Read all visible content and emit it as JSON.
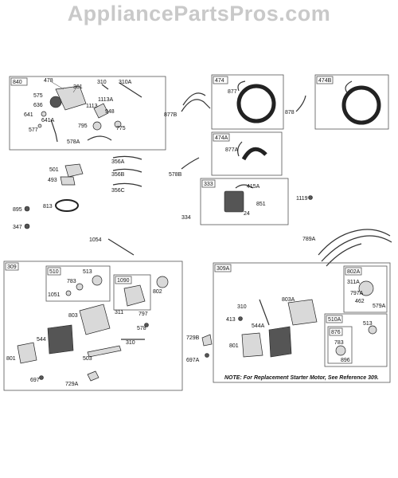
{
  "watermark": "AppliancePartsPros.com",
  "groups": {
    "g840": "840",
    "g474": "474",
    "g474B": "474B",
    "g474A": "474A",
    "g333": "333",
    "g309": "309",
    "g510": "510",
    "g1090": "1090",
    "g309A": "309A",
    "g802A": "802A",
    "g510A": "510A",
    "g876": "876"
  },
  "parts": {
    "p478": "478",
    "p361": "361",
    "p310a": "310",
    "p310A": "310A",
    "p575": "575",
    "p636": "636",
    "p1113": "1113",
    "p1113A": "1113A",
    "p948": "948",
    "p641": "641",
    "p641A": "641A",
    "p795": "795",
    "p775": "775",
    "p577": "577",
    "p578A": "578A",
    "p877": "877",
    "p877B": "877B",
    "p878": "878",
    "p877A": "877A",
    "p578B": "578B",
    "p415A": "415A",
    "p851": "851",
    "p24": "24",
    "p334": "334",
    "p1119": "1119",
    "p356A": "356A",
    "p356B": "356B",
    "p356C": "356C",
    "p501": "501",
    "p493": "493",
    "p813": "813",
    "p895": "895",
    "p347": "347",
    "p1054": "1054",
    "p789A": "789A",
    "p513a": "513",
    "p783a": "783",
    "p1051": "1051",
    "p803": "803",
    "p802": "802",
    "p311": "311",
    "p797": "797",
    "p578": "578",
    "p544": "544",
    "p310b": "310",
    "p801": "801",
    "p503": "503",
    "p697": "697",
    "p729A": "729A",
    "p311A": "311A",
    "p797A": "797A",
    "p462": "462",
    "p579A": "579A",
    "p310c": "310",
    "p803A": "803A",
    "p413": "413",
    "p544A": "544A",
    "p729B": "729B",
    "p801b": "801",
    "p697A": "697A",
    "p513b": "513",
    "p783b": "783",
    "p896": "896"
  },
  "note": "NOTE: For Replacement Starter Motor, See Reference 309."
}
